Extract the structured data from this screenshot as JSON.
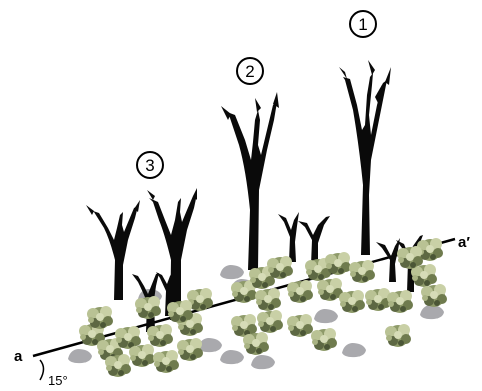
{
  "markers": [
    {
      "id": "1",
      "label": "1"
    },
    {
      "id": "2",
      "label": "2"
    },
    {
      "id": "3",
      "label": "3"
    }
  ],
  "section_line": {
    "start_label": "a",
    "end_label": "a′",
    "angle_label": "15°"
  },
  "colors": {
    "tree": "#0a0a0a",
    "shrub_light": "#c9d0a6",
    "shrub_mid": "#8e9a69",
    "shrub_dark": "#4b5636",
    "rock": "#a9a9ad",
    "line": "#000000",
    "background": "#ffffff"
  },
  "icons": [
    "dead-tree-icon",
    "shrub-icon",
    "rock-icon",
    "numbered-circle-icon"
  ]
}
